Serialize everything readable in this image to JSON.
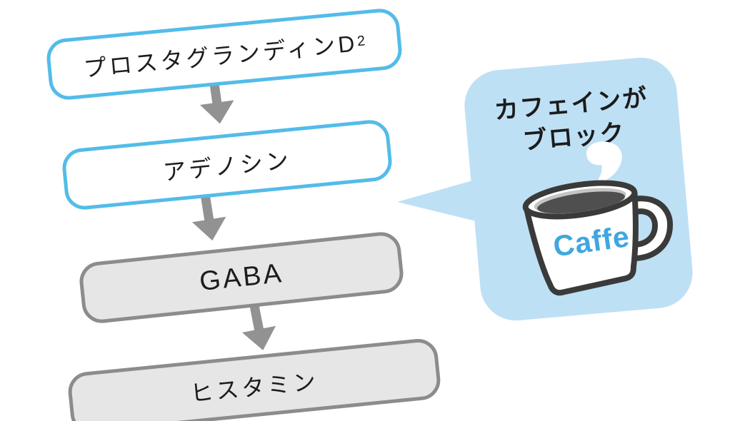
{
  "flow": {
    "boxes": [
      {
        "label_main": "プロスタグランディンD",
        "label_sub": "2",
        "style": "blue-outline"
      },
      {
        "label_main": "アデノシン",
        "label_sub": "",
        "style": "blue-outline"
      },
      {
        "label_main": "GABA",
        "label_sub": "",
        "style": "gray"
      },
      {
        "label_main": "ヒスタミン",
        "label_sub": "",
        "style": "gray"
      }
    ],
    "arrows": {
      "count": 3,
      "icon": "down-arrow"
    }
  },
  "bubble": {
    "line1": "カフェインが",
    "line2": "ブロック",
    "cup_label": "Caffe",
    "icons": [
      "steam-comma",
      "coffee-mug"
    ]
  },
  "colors": {
    "paper": "#FFFFFF",
    "ink": "#1C1C1C",
    "accent_blue": "#53BCE8",
    "bubble_blue": "#BEE0F5",
    "box_gray_border": "#8C8C8C",
    "box_gray_fill": "#E6E6E6",
    "arrow_gray": "#929292",
    "cup_outline": "#3A3A3A",
    "coffee_dark": "#4F4F4F",
    "coffee_rim": "#C4C4C4",
    "caffe_blue": "#3FA7E0"
  }
}
